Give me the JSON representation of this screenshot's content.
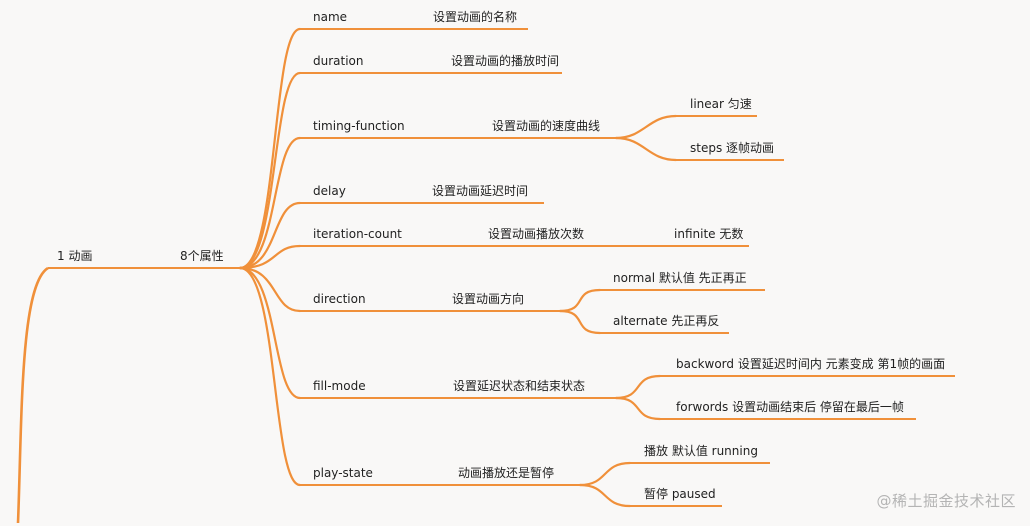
{
  "root": {
    "label": "1 动画",
    "group": "8个属性"
  },
  "properties": [
    {
      "name": "name",
      "desc": "设置动画的名称",
      "values": []
    },
    {
      "name": "duration",
      "desc": "设置动画的播放时间",
      "values": []
    },
    {
      "name": "timing-function",
      "desc": "设置动画的速度曲线",
      "values": [
        "linear 匀速",
        "steps 逐帧动画"
      ]
    },
    {
      "name": "delay",
      "desc": "设置动画延迟时间",
      "values": []
    },
    {
      "name": "iteration-count",
      "desc": "设置动画播放次数",
      "values": [
        "infinite 无数"
      ]
    },
    {
      "name": "direction",
      "desc": "设置动画方向",
      "values": [
        "normal  默认值  先正再正",
        "alternate 先正再反"
      ]
    },
    {
      "name": "fill-mode",
      "desc": "设置延迟状态和结束状态",
      "values": [
        "backword 设置延迟时间内 元素变成 第1帧的画面",
        "forwords 设置动画结束后 停留在最后一帧"
      ]
    },
    {
      "name": "play-state",
      "desc": "动画播放还是暂停",
      "values": [
        "播放 默认值  running",
        "暂停 paused"
      ]
    }
  ],
  "watermark": "@稀土掘金技术社区",
  "colors": {
    "line": "#f0903a",
    "background": "#f9f8f7",
    "text": "#1f1f1f",
    "watermark": "#b4b4b4"
  }
}
